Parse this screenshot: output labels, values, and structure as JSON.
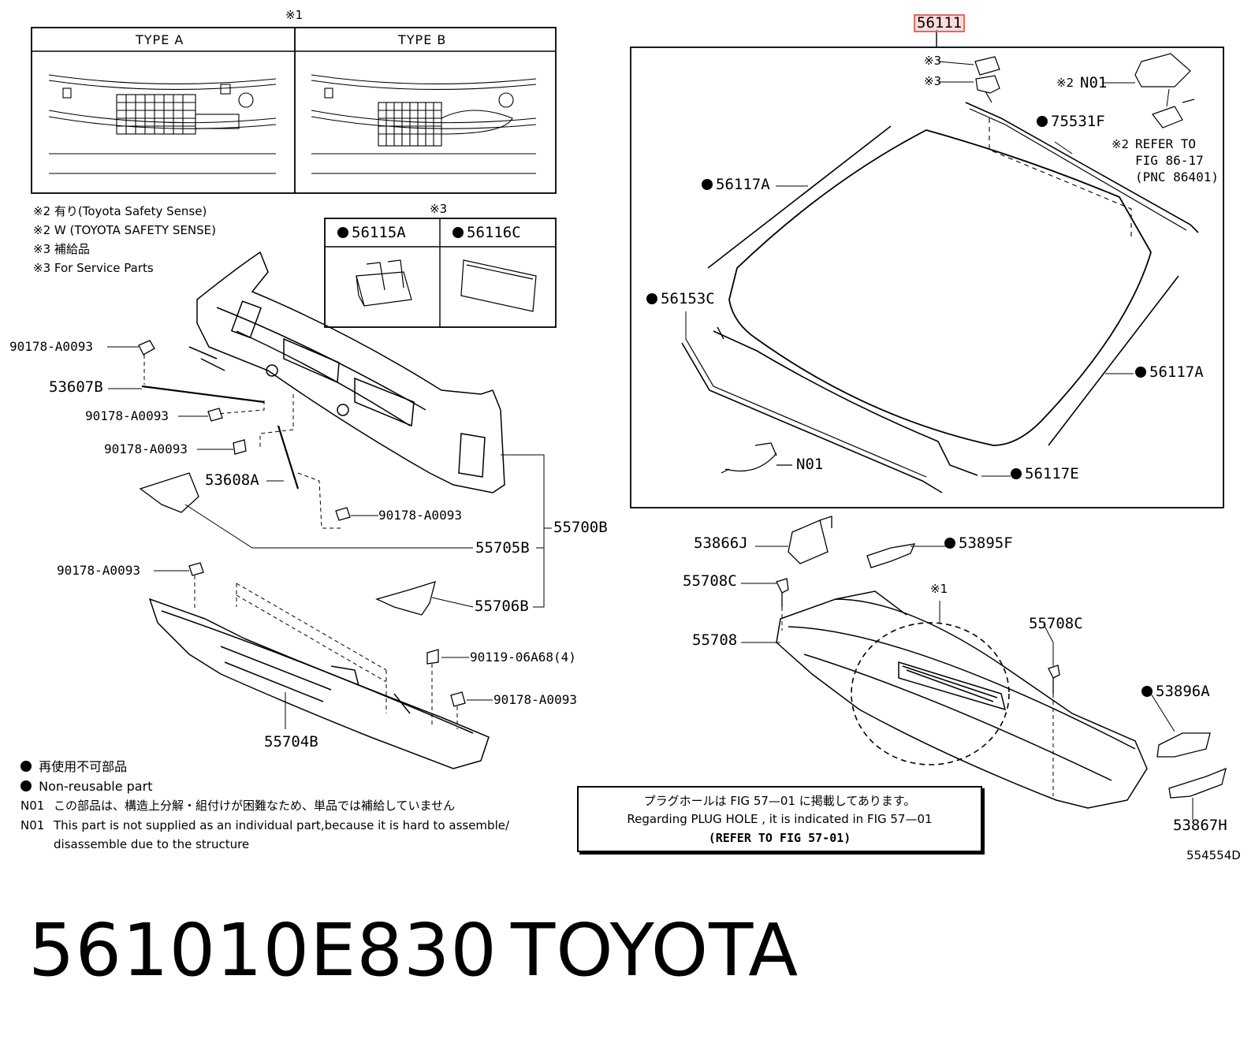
{
  "header": {
    "ref_mark_1": "※1",
    "type_a": "TYPE A",
    "type_b": "TYPE B",
    "ref_mark_3": "※3"
  },
  "notes_top": [
    "※2 有り(Toyota Safety Sense)",
    "※2 W (TOYOTA SAFETY SENSE)",
    "※3 補給品",
    "※3 For Service Parts"
  ],
  "service_box": {
    "left_part": "56115A",
    "right_part": "56116C"
  },
  "main_part": "56111",
  "right_group": {
    "mark_a": "※3",
    "mark_b": "※3",
    "n01_top": "N01",
    "mark_2a": "※2",
    "p75531F": "75531F",
    "mark_2b": "※2",
    "refer_line1": "REFER TO",
    "refer_line2": "FIG 86-17",
    "refer_line3": "(PNC 86401)",
    "p56117A_top": "56117A",
    "p56153C": "56153C",
    "p56117A_right": "56117A",
    "n01_bottom": "N01",
    "p56117E": "56117E"
  },
  "left_group": {
    "p90178_1": "90178-A0093",
    "p53607B": "53607B",
    "p90178_2": "90178-A0093",
    "p90178_3": "90178-A0093",
    "p53608A": "53608A",
    "p90178_4": "90178-A0093",
    "p55700B": "55700B",
    "p55705B": "55705B",
    "p90178_5": "90178-A0093",
    "p55706B": "55706B",
    "p90119": "90119-06A68(4)",
    "p90178_6": "90178-A0093",
    "p55704B": "55704B"
  },
  "lower_right": {
    "p53866J": "53866J",
    "p53895F": "53895F",
    "p55708C_left": "55708C",
    "mark_1": "※1",
    "p55708C_right": "55708C",
    "p55708": "55708",
    "p53896A": "53896A",
    "p53867H": "53867H"
  },
  "legend": {
    "reuse_jp": "再使用不可部品",
    "reuse_en": "Non-reusable part",
    "n01_tag1": "N01",
    "n01_jp": "この部品は、構造上分解・組付けが困難なため、単品では補給していません",
    "n01_tag2": "N01",
    "n01_en1": "This part is not supplied as an individual part,because it is hard to assemble/",
    "n01_en2": "disassemble due to the structure"
  },
  "plug_box": {
    "jp": "プラグホールは FIG 57—01 に掲載してあります。",
    "en": "Regarding  PLUG  HOLE , it is indicated in FIG  57—01",
    "refer": "(REFER  TO  FIG  57-01)"
  },
  "diagram_code": "554554D",
  "footer": {
    "part_number": "561010E830",
    "brand": "TOYOTA"
  }
}
